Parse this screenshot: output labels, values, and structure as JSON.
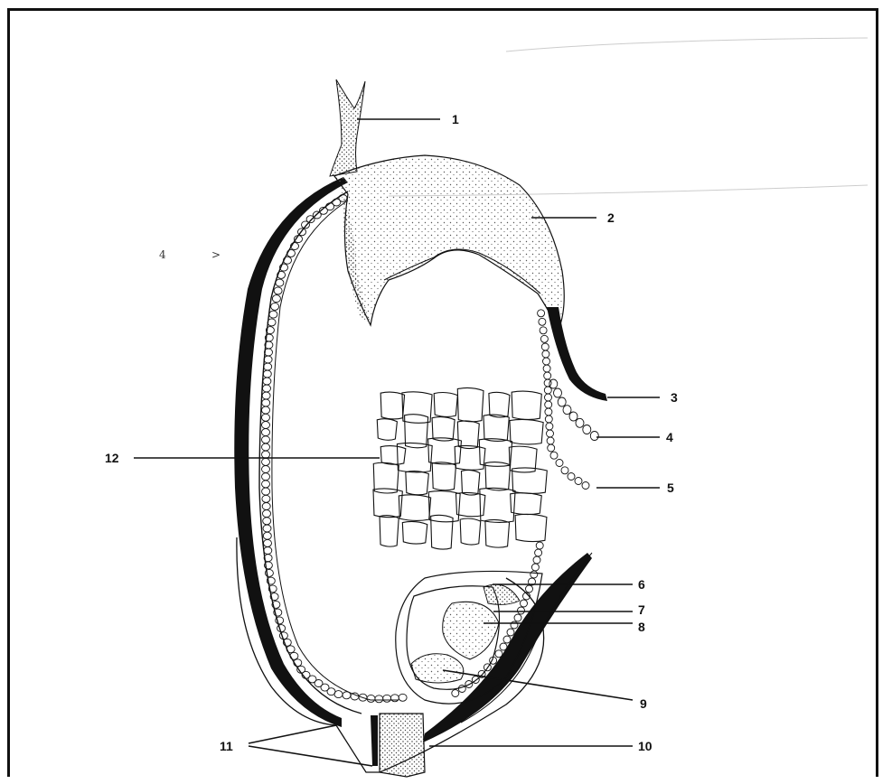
{
  "diagram": {
    "labels": [
      {
        "id": "1",
        "text": "1"
      },
      {
        "id": "2",
        "text": "2"
      },
      {
        "id": "3",
        "text": "3"
      },
      {
        "id": "4",
        "text": "4"
      },
      {
        "id": "5",
        "text": "5"
      },
      {
        "id": "6",
        "text": "6"
      },
      {
        "id": "7",
        "text": "7"
      },
      {
        "id": "8",
        "text": "8"
      },
      {
        "id": "9",
        "text": "9"
      },
      {
        "id": "10",
        "text": "10"
      },
      {
        "id": "11",
        "text": "11"
      },
      {
        "id": "12",
        "text": "12"
      }
    ],
    "stray_marks": [
      "4",
      ">"
    ],
    "colors": {
      "ink": "#111111",
      "paper": "#ffffff",
      "stipple": "#555555"
    }
  }
}
